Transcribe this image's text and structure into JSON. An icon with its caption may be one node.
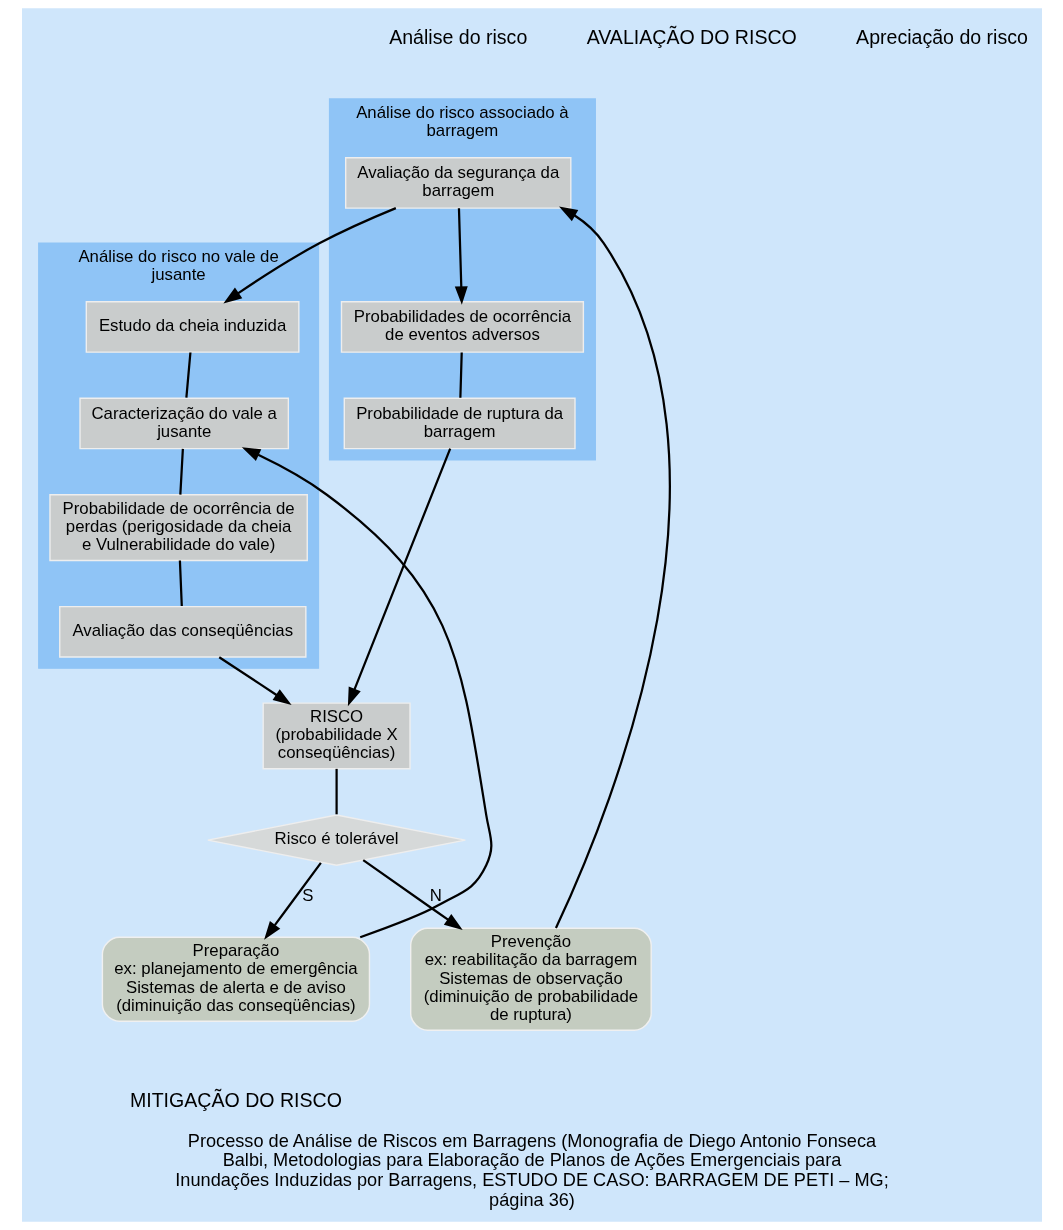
{
  "diagram": {
    "caption": "Processo de Análise de Riscos em Barragens (Monografia de Diego Antonio Fonseca Balbi, Metodologias para Elaboração de Planos de Ações Emergenciais para Inundações Induzidas por Barragens, ESTUDO DE CASO: BARRAGEM DE PETI – MG; página 36)",
    "nodes": [
      {
        "text": [
          "Análise do risco associado à barragem"
        ]
      },
      {
        "text": [
          "Avaliação da segurança da barragem"
        ],
        "in": 0
      },
      {
        "text": [
          "Análise do risco no vale de jusante"
        ]
      },
      {
        "text": [
          "Estudo da cheia induzida"
        ],
        "in": 2
      },
      {
        "text": [
          "Caracterização do vale a jusante"
        ],
        "in": 2
      },
      {
        "text": [
          "Probabilidade de ocorrência de perdas (perigosidade da cheia e Vulnerabilidade do vale)"
        ],
        "in": 2
      },
      {
        "text": [
          "Avaliação das conseqüências"
        ],
        "in": 2
      },
      {
        "text": [
          "Probabilidades de ocorrência de eventos adversos"
        ],
        "in": 0
      },
      {
        "text": [
          "Probabilidade de ruptura da barragem"
        ],
        "in": 0
      },
      {
        "text": [
          "RISCO",
          "(probabilidade X conseqüências)"
        ]
      },
      {
        "text": [
          "Risco é tolerável"
        ]
      },
      {
        "text": [
          "Preparação",
          "ex: planejamento de emergência",
          "Sistemas de alerta e de aviso",
          "(diminuição das conseqüências)"
        ]
      },
      {
        "text": [
          "Prevenção",
          "ex: reabilitação da barragem",
          "Sistemas de observação",
          "(diminuição de probabilidade de ruptura)"
        ]
      }
    ],
    "edges": [
      {
        "from": 1,
        "to": 3,
        "arrow": "to"
      },
      {
        "from": 1,
        "to": 7,
        "arrow": "to"
      },
      {
        "from": 3,
        "to": 4,
        "arrow": "none"
      },
      {
        "from": 4,
        "to": 5,
        "arrow": "none"
      },
      {
        "from": 5,
        "to": 6,
        "arrow": "none"
      },
      {
        "from": 7,
        "to": 8,
        "arrow": "none"
      },
      {
        "from": 6,
        "to": 9,
        "arrow": "to"
      },
      {
        "from": 8,
        "to": 9,
        "arrow": "to"
      },
      {
        "from": 9,
        "to": 10,
        "arrow": "none"
      },
      {
        "from": 10,
        "to": 11,
        "arrow": "to",
        "label": "S"
      },
      {
        "from": 10,
        "to": 12,
        "arrow": "to",
        "label": "N"
      },
      {
        "from": 11,
        "to": 4,
        "arrow": "to"
      },
      {
        "from": 12,
        "to": 1,
        "arrow": "to"
      }
    ],
    "labels": [
      "Análise do risco",
      "AVALIAÇÃO DO RISCO",
      "Apreciação do risco",
      "MITIGAÇÃO DO RISCO"
    ]
  }
}
